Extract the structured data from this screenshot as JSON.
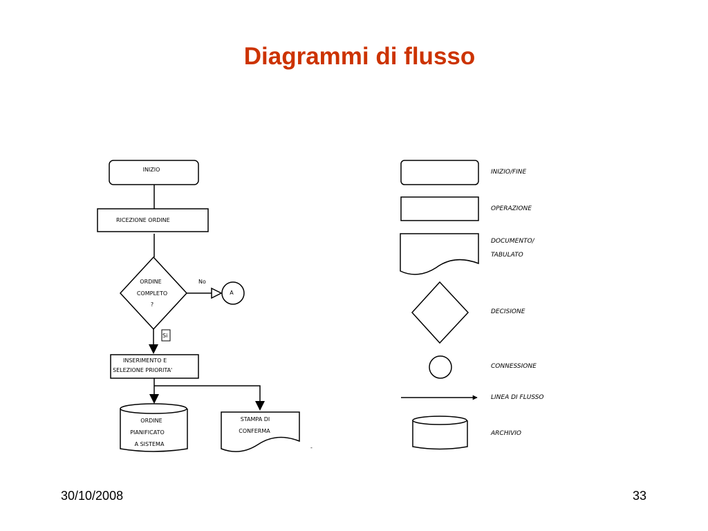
{
  "slide": {
    "title": "Diagrammi di flusso",
    "date": "30/10/2008",
    "page_number": "33"
  },
  "flowchart": {
    "start": "INIZIO",
    "receive": "RICEZIONE ORDINE",
    "decision_line1": "ORDINE",
    "decision_line2": "COMPLETO",
    "decision_line3": "?",
    "no_label": "No",
    "connector": "A",
    "yes_label": "Si",
    "insert_line1": "INSERIMENTO E",
    "insert_line2": "SELEZIONE PRIORITA'",
    "archive_line1": "ORDINE",
    "archive_line2": "PIANIFICATO",
    "archive_line3": "A SISTEMA",
    "print_line1": "STAMPA DI",
    "print_line2": "CONFERMA",
    "dash": "-"
  },
  "legend": {
    "start_end": "INIZIO/FINE",
    "operation": "OPERAZIONE",
    "document_line1": "DOCUMENTO/",
    "document_line2": "TABULATO",
    "decision": "DECISIONE",
    "connection": "CONNESSIONE",
    "flow_line": "LINEA DI FLUSSO",
    "archive": "ARCHIVIO"
  },
  "colors": {
    "title": "#CC3300",
    "stroke": "#000000"
  }
}
